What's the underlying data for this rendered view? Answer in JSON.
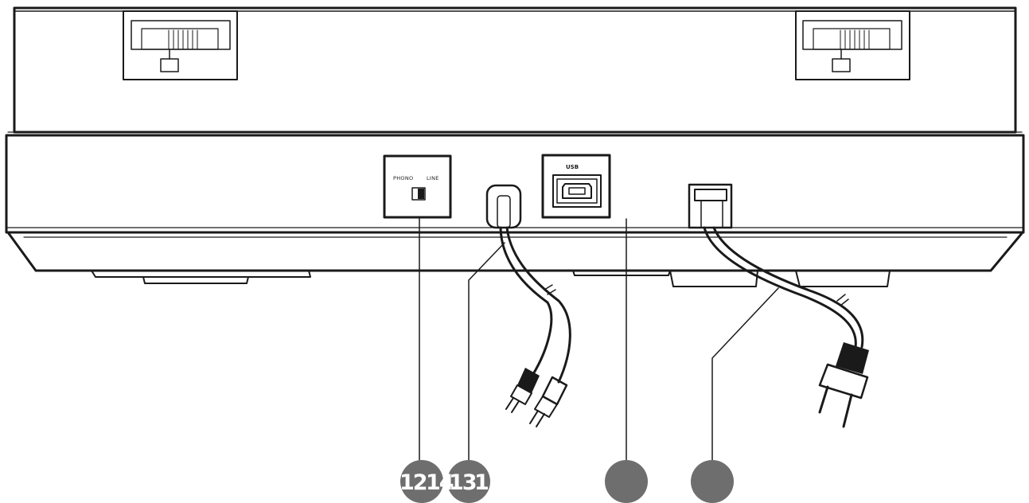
{
  "panel": {
    "switch_label_left": "PHONO",
    "switch_label_right": "LINE",
    "usb_label": "USB"
  },
  "callouts": [
    {
      "label": "12"
    },
    {
      "label": "14"
    },
    {
      "label": "13"
    },
    {
      "label": "11"
    },
    {
      "label": ""
    },
    {
      "label": ""
    }
  ],
  "colors": {
    "line": "#1a1a1a",
    "badge": "#6e6e6e",
    "badge_text": "#ffffff",
    "background": "#ffffff"
  }
}
